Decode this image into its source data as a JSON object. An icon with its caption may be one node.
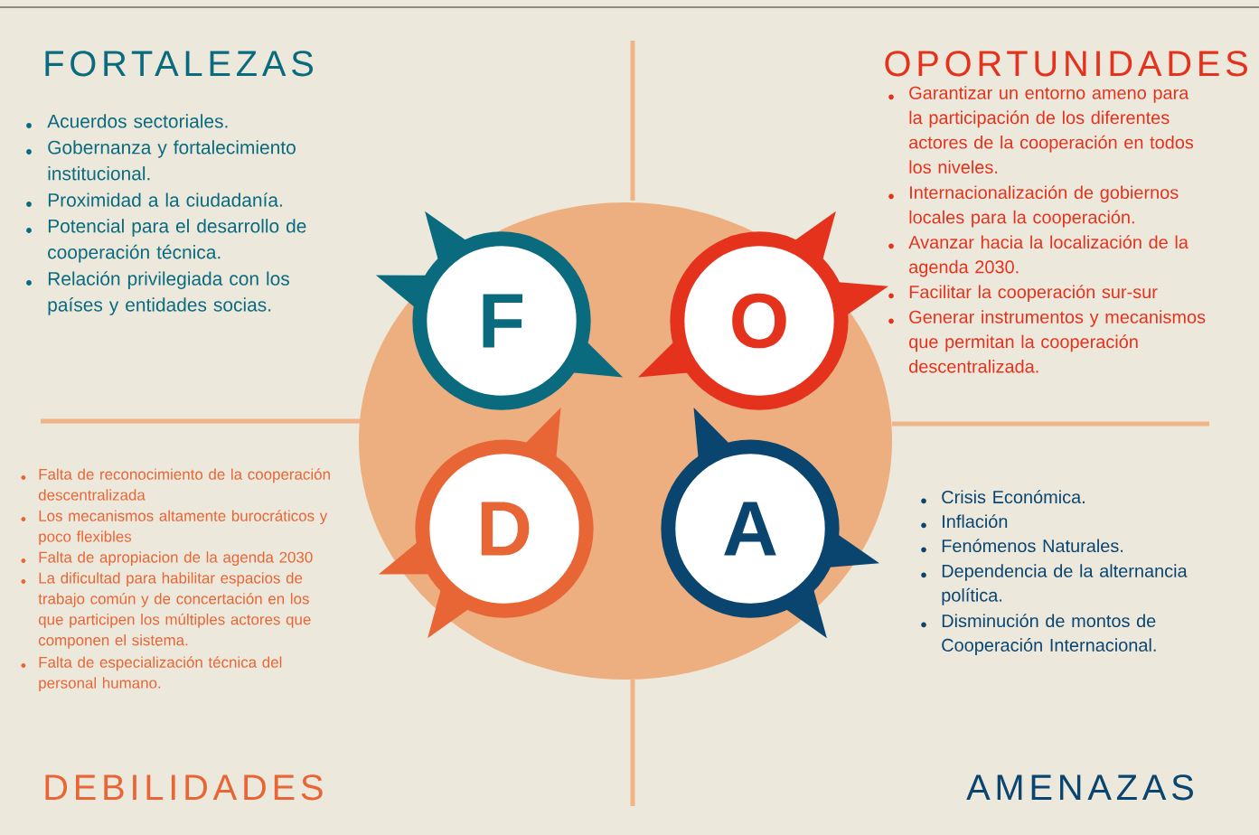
{
  "diagram": {
    "nodes": [
      {
        "text": [
          "F"
        ]
      },
      {
        "text": [
          "O"
        ]
      },
      {
        "text": [
          "D"
        ]
      },
      {
        "text": [
          "A"
        ]
      }
    ],
    "labels": [
      "FORTALEZAS",
      "OPORTUNIDADES",
      "Acuerdos sectoriales.",
      "Gobernanza y fortalecimiento institucional.",
      "Proximidad a la ciudadanía.",
      "Potencial para el desarrollo de cooperación técnica.",
      "Relación privilegiada con los países y entidades socias.",
      "Garantizar un entorno ameno para la participación de los diferentes actores de la cooperación en todos los niveles.",
      "Internacionalización de gobiernos locales para la cooperación.",
      "Avanzar hacia la localización de la agenda 2030.",
      "Facilitar la cooperación sur-sur",
      "Generar instrumentos y mecanismos que permitan la cooperación descentralizada.",
      "Falta de reconocimiento de la cooperación descentralizada",
      "Los mecanismos altamente burocráticos y poco flexibles",
      "Falta de apropiacion de la agenda 2030",
      "La dificultad para habilitar espacios de trabajo común y de concertación en los que participen los múltiples actores que componen el sistema.",
      "Falta de especialización técnica del personal humano.",
      "Crisis Económica.",
      "Inflación",
      "Fenómenos Naturales.",
      "Dependencia de la alternancia política.",
      "Disminución de montos de Cooperación Internacional.",
      "DEBILIDADES",
      "AMENAZAS"
    ]
  }
}
